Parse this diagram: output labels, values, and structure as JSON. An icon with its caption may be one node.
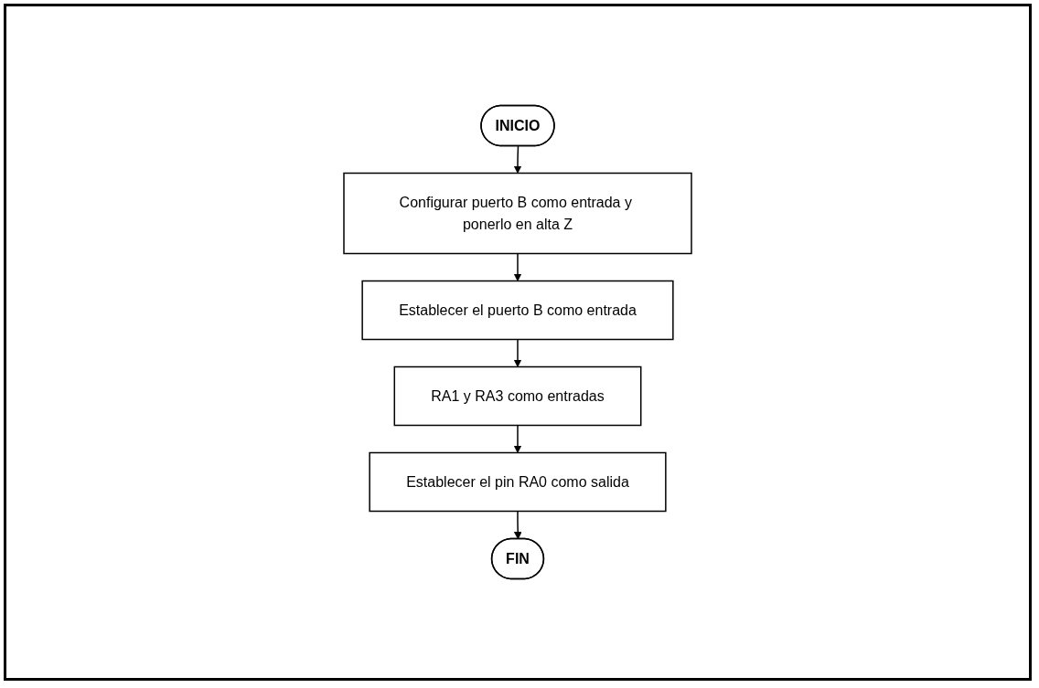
{
  "diagram": {
    "nodes": [
      {
        "text": [
          "INICIO"
        ]
      },
      {
        "text": [
          "Configurar puerto B como entrada y ponerlo en alta Z"
        ]
      },
      {
        "text": [
          "Establecer el puerto B como entrada"
        ]
      },
      {
        "text": [
          "RA1 y RA3 como entradas"
        ]
      },
      {
        "text": [
          "Establecer el pin RA0 como salida"
        ]
      },
      {
        "text": [
          "FIN"
        ]
      }
    ],
    "edges": [
      {
        "from": 0,
        "to": 1,
        "arrow": "to"
      },
      {
        "from": 1,
        "to": 2,
        "arrow": "to"
      },
      {
        "from": 2,
        "to": 3,
        "arrow": "to"
      },
      {
        "from": 3,
        "to": 4,
        "arrow": "to"
      },
      {
        "from": 4,
        "to": 5,
        "arrow": "to"
      }
    ]
  }
}
